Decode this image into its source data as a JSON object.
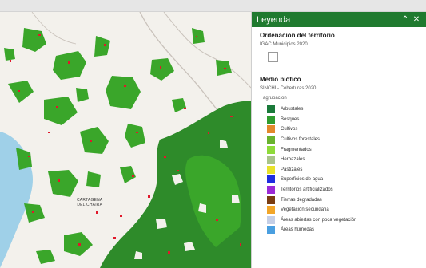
{
  "header": {
    "title": "Leyenda",
    "collapse_icon": "chevron-up-icon",
    "close_icon": "close-icon",
    "collapse_symbol": "⌃",
    "close_symbol": "✕",
    "bg": "#1f7a2f"
  },
  "map": {
    "place_label_line1": "CARTAGENA",
    "place_label_line2": "DEL CHAIRA",
    "colors": {
      "base": "#f3f1ec",
      "forest": "#2e8b2a",
      "green": "#3aa62a",
      "red": "#e0192b",
      "water": "#9fd0e8",
      "road": "#c9c2bb"
    }
  },
  "legend": {
    "section1": {
      "title": "Ordenación del territorio",
      "subtitle": "IGAC Municipios 2020"
    },
    "section2": {
      "title": "Medio biótico",
      "subtitle": "SINCHI - Coberturas 2020",
      "field": "agrupacion",
      "items": [
        {
          "label": "Arbustales",
          "color": "#1a7a3a"
        },
        {
          "label": "Bosques",
          "color": "#2f9c2f"
        },
        {
          "label": "Cultivos",
          "color": "#e2882b"
        },
        {
          "label": "Cultivos forestales",
          "color": "#69b32e"
        },
        {
          "label": "Fragmentados",
          "color": "#8fdb3a"
        },
        {
          "label": "Herbazales",
          "color": "#a9c48a"
        },
        {
          "label": "Pastizales",
          "color": "#e8e22a"
        },
        {
          "label": "Superficies de agua",
          "color": "#1f2de0"
        },
        {
          "label": "Territorios artificializados",
          "color": "#9b2ad6"
        },
        {
          "label": "Tierras degradadas",
          "color": "#7a3d12"
        },
        {
          "label": "Vegetación secundaria",
          "color": "#f2a629"
        },
        {
          "label": "Áreas abiertas con poca vegetación",
          "color": "#c5cfe6"
        },
        {
          "label": "Áreas húmedas",
          "color": "#4a9fe0"
        }
      ]
    }
  }
}
